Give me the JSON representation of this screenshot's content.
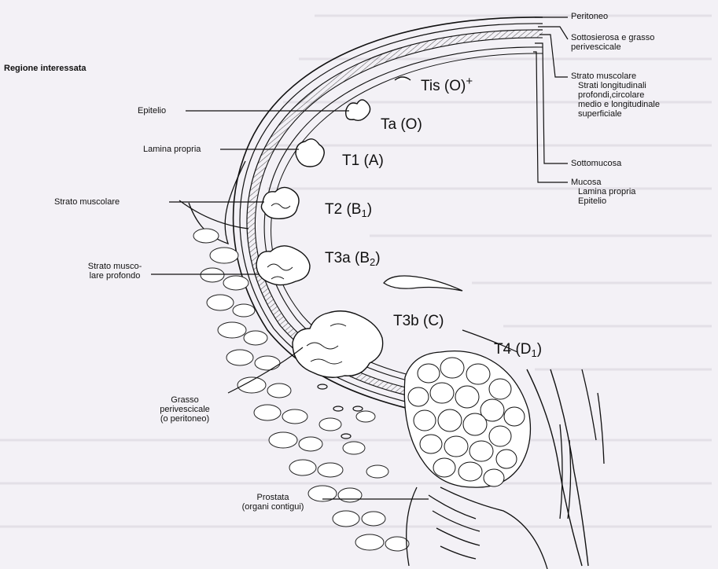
{
  "title": "Regione interessata",
  "stages": {
    "tis": {
      "main": "Tis (O)",
      "sup": "+"
    },
    "ta": {
      "main": "Ta (O)"
    },
    "t1": {
      "main": "T1 (A)"
    },
    "t2": {
      "pre": "T2 (B",
      "sub": "1",
      "post": ")"
    },
    "t3a": {
      "pre": "T3a (B",
      "sub": "2",
      "post": ")"
    },
    "t3b": {
      "main": "T3b (C)"
    },
    "t4": {
      "pre": "T4 (D",
      "sub": "1",
      "post": ")"
    }
  },
  "left_labels": {
    "epitelio": "Epitelio",
    "lamina_propria": "Lamina propria",
    "strato_muscolare": "Strato muscolare",
    "strato_profondo_1": "Strato musco-",
    "strato_profondo_2": "lare profondo",
    "grasso_1": "Grasso",
    "grasso_2": "perivescicale",
    "grasso_3": "(o peritoneo)",
    "prostata_1": "Prostata",
    "prostata_2": "(organi contigui)"
  },
  "right_labels": {
    "peritoneo": "Peritoneo",
    "sottosierosa_1": "Sottosierosa e grasso",
    "sottosierosa_2": "perivescicale",
    "strato_muscolare": "Strato muscolare",
    "strati_1": "Strati longitudinali",
    "strati_2": "profondi,circolare",
    "strati_3": "medio e longitudinale",
    "strati_4": "superficiale",
    "sottomucosa": "Sottomucosa",
    "mucosa": "Mucosa",
    "mucosa_lamina": "Lamina propria",
    "mucosa_epitelio": "Epitelio"
  },
  "colors": {
    "background": "#f3f1f6",
    "ink": "#111111",
    "tissue": "#ffffff"
  }
}
